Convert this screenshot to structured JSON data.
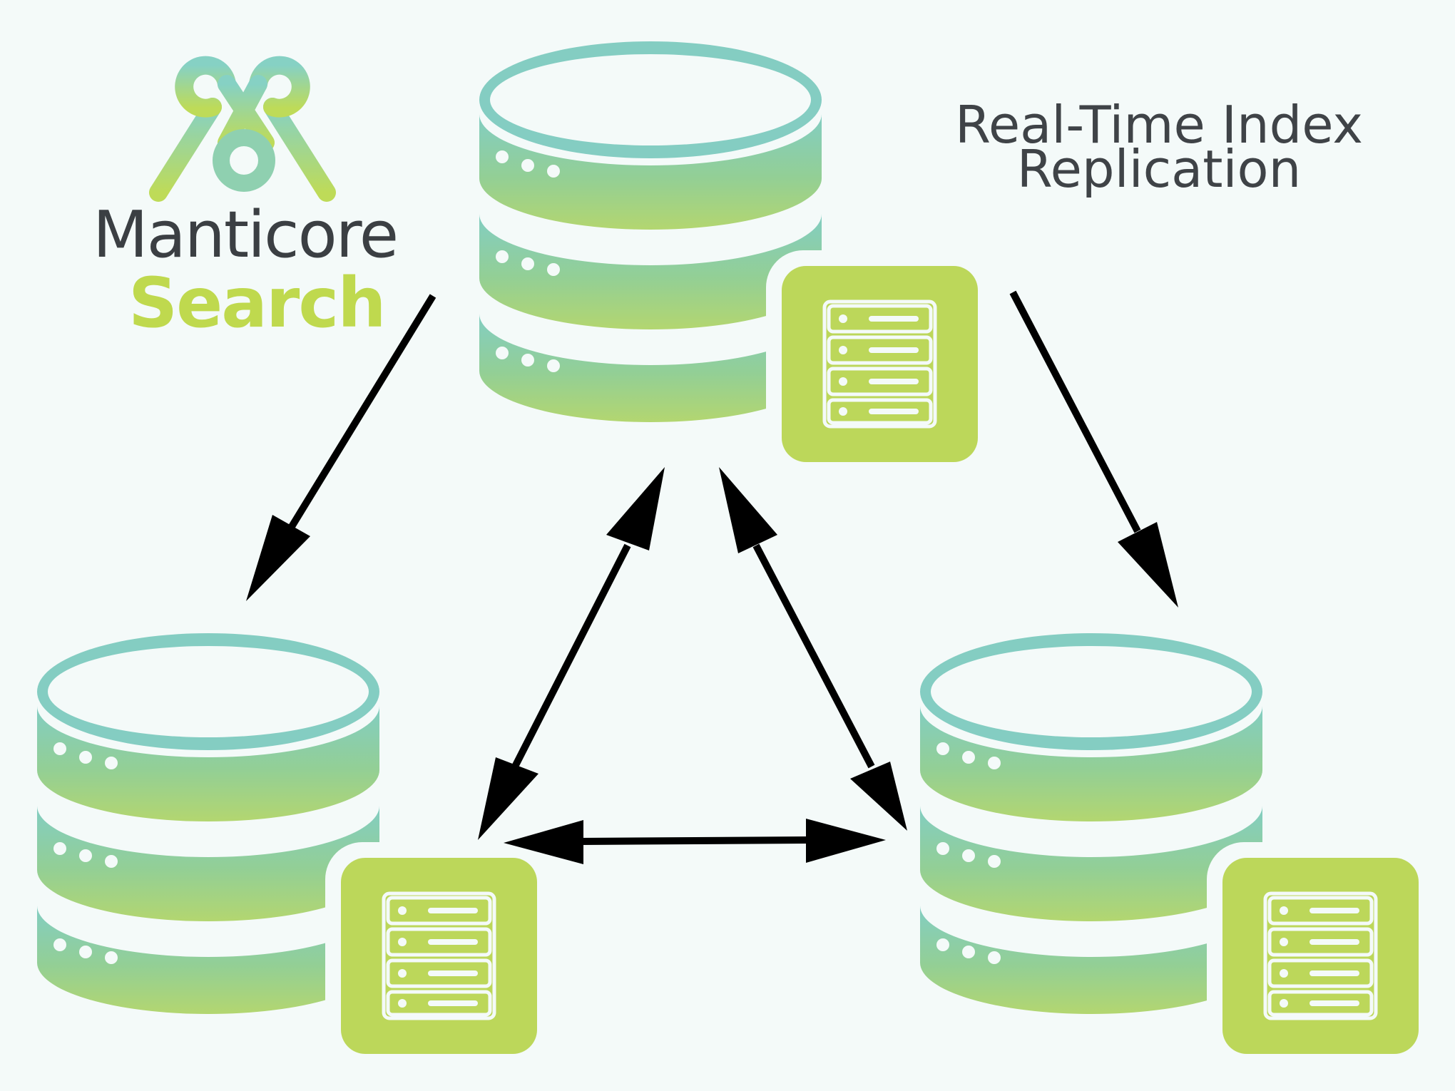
{
  "logo": {
    "line1": "Manticore",
    "line2": "Search"
  },
  "title": {
    "line1": "Real-Time Index",
    "line2": "Replication"
  },
  "colors": {
    "background": "#f4faf9",
    "teal": "#84cdbe",
    "midgreen": "#97cf92",
    "lightgreen": "#b1d673",
    "box": "#bcd75a",
    "brand_dark": "#3b3f43",
    "brand_green": "#bfd94e",
    "arrow": "#000000"
  },
  "icons": [
    "database-icon",
    "server-rack-icon",
    "manticore-logo-icon",
    "bidirectional-arrow-icon"
  ]
}
